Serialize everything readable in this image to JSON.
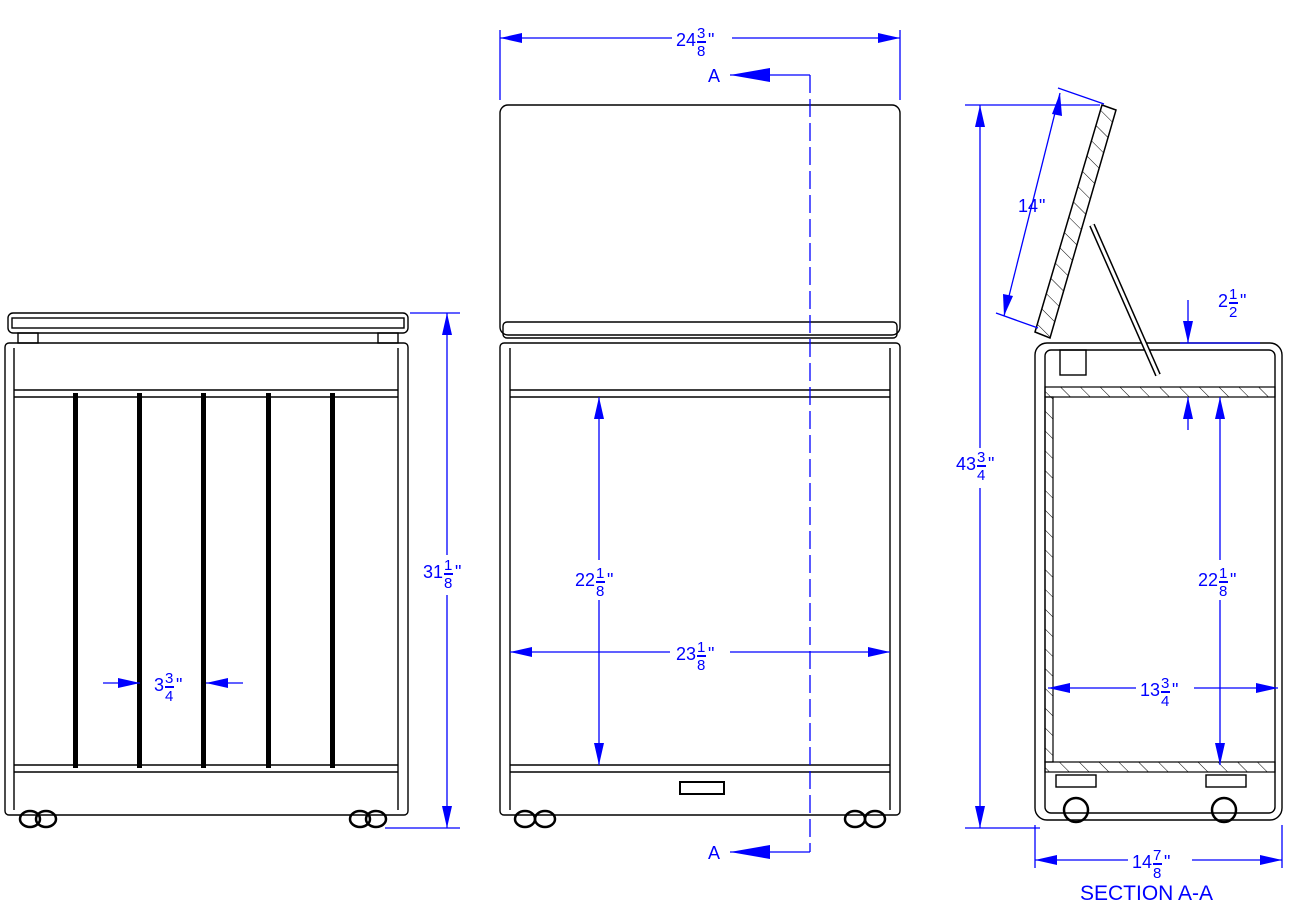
{
  "colors": {
    "dimension": "#0000ff",
    "drawing": "#000000"
  },
  "dims": {
    "overall_width": {
      "whole": "24",
      "num": "3",
      "den": "8",
      "unit": "\""
    },
    "front_height": {
      "whole": "31",
      "num": "1",
      "den": "8",
      "unit": "\""
    },
    "slat_spacing": {
      "whole": "3",
      "num": "3",
      "den": "4",
      "unit": "\""
    },
    "inner_height_front": {
      "whole": "22",
      "num": "1",
      "den": "8",
      "unit": "\""
    },
    "inner_width": {
      "whole": "23",
      "num": "1",
      "den": "8",
      "unit": "\""
    },
    "lid_length": {
      "whole": "14",
      "num": "",
      "den": "",
      "unit": "\""
    },
    "top_rail": {
      "whole": "2",
      "num": "1",
      "den": "2",
      "unit": "\""
    },
    "overall_height": {
      "whole": "43",
      "num": "3",
      "den": "4",
      "unit": "\""
    },
    "inner_height_section": {
      "whole": "22",
      "num": "1",
      "den": "8",
      "unit": "\""
    },
    "inner_depth": {
      "whole": "13",
      "num": "3",
      "den": "4",
      "unit": "\""
    },
    "overall_depth": {
      "whole": "14",
      "num": "7",
      "den": "8",
      "unit": "\""
    }
  },
  "section_marks": {
    "top": "A",
    "bottom": "A"
  },
  "section_title": "SECTION A-A"
}
